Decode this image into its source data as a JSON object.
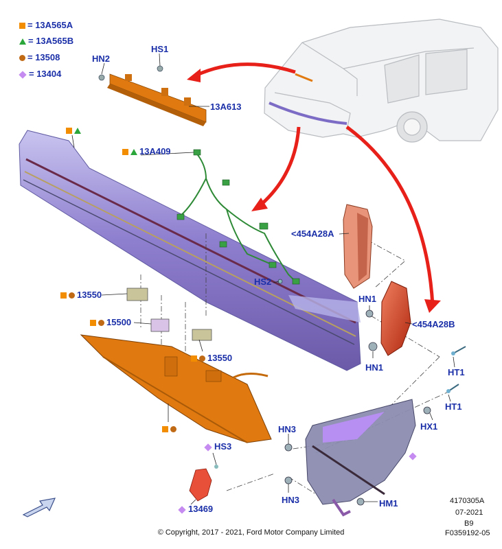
{
  "legend": [
    {
      "symbol": "square-icon",
      "text": "= 13A565A"
    },
    {
      "symbol": "triangle-icon",
      "text": "= 13A565B"
    },
    {
      "symbol": "circle-icon",
      "text": "= 13508"
    },
    {
      "symbol": "diamond-icon",
      "text": "= 13404"
    }
  ],
  "labels": {
    "hn2": "HN2",
    "hs1": "HS1",
    "p13a613": "13A613",
    "p13a409": "13A409",
    "p454a28a": "<454A28A",
    "p13550a": "13550",
    "hs2": "HS2",
    "hn1a": "HN1",
    "p454a28b": "<454A28B",
    "p15500": "15500",
    "hn1b": "HN1",
    "p13550b": "13550",
    "ht1a": "HT1",
    "ht1b": "HT1",
    "hx1": "HX1",
    "hn3a": "HN3",
    "hs3": "HS3",
    "hn3b": "HN3",
    "hm1": "HM1",
    "p13469": "13469"
  },
  "meta": {
    "code1": "4170305A",
    "date": "07-2021",
    "rev": "B9",
    "copyright": "© Copyright, 2017 - 2021, Ford Motor Company Limited",
    "figure": "F0359192-05"
  },
  "colors": {
    "label_blue": "#1a2fa8",
    "orange_part": "#e07a10",
    "purple_lamp": "#9f8fd8",
    "red_arrow": "#e8201a",
    "harness_green": "#2e8a36"
  }
}
